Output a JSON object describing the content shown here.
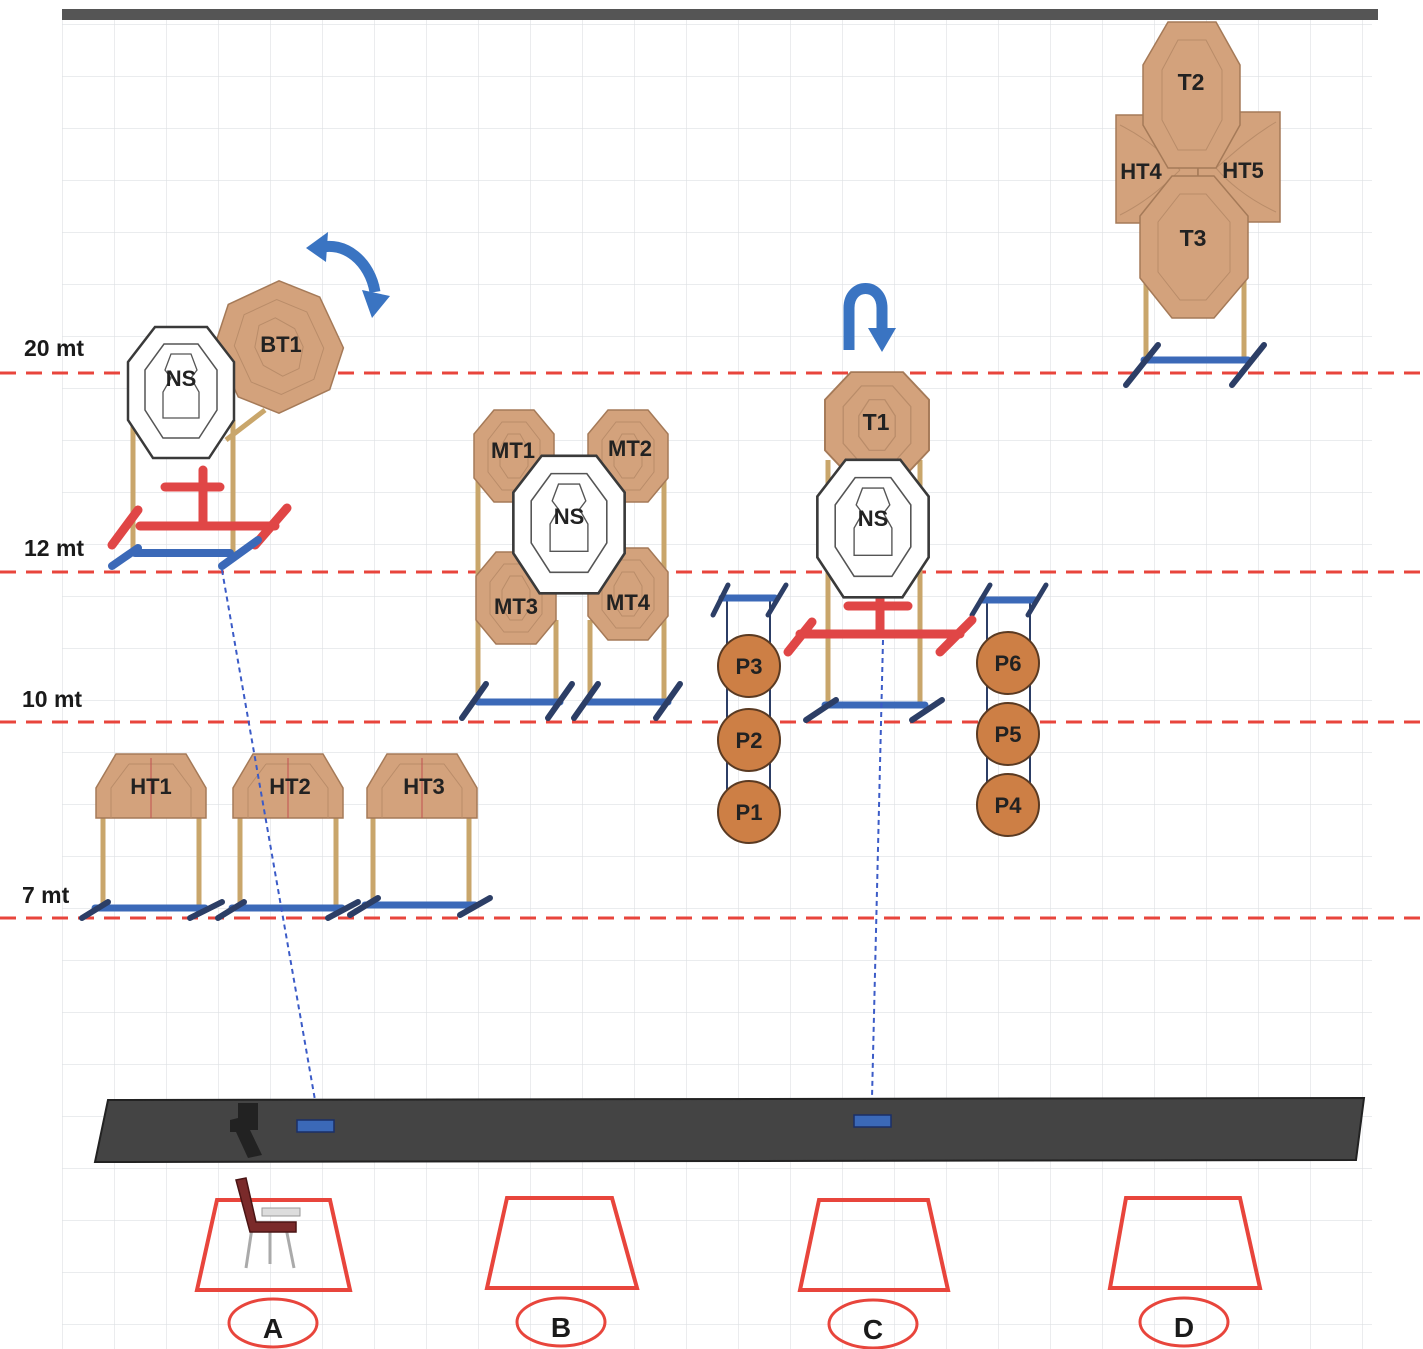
{
  "distance_lines": [
    {
      "label": "20 mt"
    },
    {
      "label": "12 mt"
    },
    {
      "label": "10 mt"
    },
    {
      "label": "7 mt"
    }
  ],
  "targets": {
    "bt1": "BT1",
    "ns_left": "NS",
    "mt1": "MT1",
    "mt2": "MT2",
    "mt3": "MT3",
    "mt4": "MT4",
    "ns_middle": "NS",
    "t1": "T1",
    "ns_right": "NS",
    "t2": "T2",
    "t3": "T3",
    "ht4": "HT4",
    "ht5": "HT5",
    "ht1": "HT1",
    "ht2": "HT2",
    "ht3": "HT3",
    "p1": "P1",
    "p2": "P2",
    "p3": "P3",
    "p4": "P4",
    "p5": "P5",
    "p6": "P6"
  },
  "start_positions": [
    {
      "label": "A"
    },
    {
      "label": "B"
    },
    {
      "label": "C"
    },
    {
      "label": "D"
    }
  ],
  "icons": {
    "bt1_rotation": "curved-double-arrow-icon",
    "t1_flip": "flip-arrow-icon",
    "pistol": "pistol-icon",
    "chair": "chair-icon"
  },
  "colors": {
    "cardboard": "#d3a27c",
    "popper": "#cd7f45",
    "distance_line": "#e8453c",
    "stand_blue": "#3b69b8",
    "stand_red": "#e04646",
    "table": "#444444",
    "box": "#e8453c",
    "arrow": "#3a74c2"
  }
}
